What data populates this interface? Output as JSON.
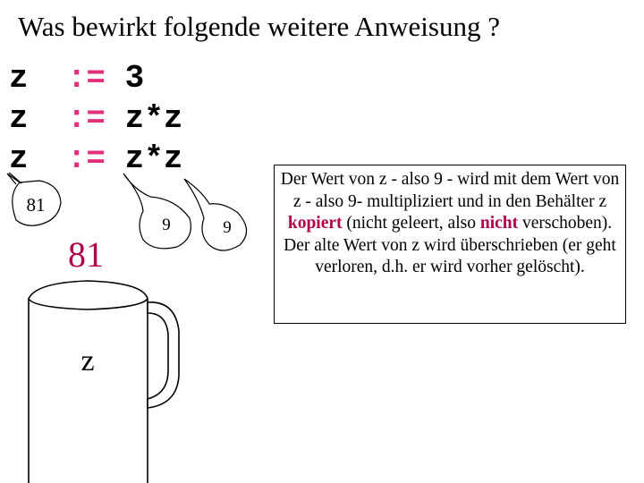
{
  "title": "Was bewirkt folgende weitere Anweisung ?",
  "code": [
    {
      "var": "z",
      "op": ":=",
      "expr": "3"
    },
    {
      "var": "z",
      "op": ":=",
      "expr": "z*z"
    },
    {
      "var": "z",
      "op": ":=",
      "expr": "z*z"
    }
  ],
  "bubbles": {
    "left_value": "81",
    "operand1_value": "9",
    "operand2_value": "9"
  },
  "mug": {
    "content_value": "81",
    "label": "z"
  },
  "explanation": {
    "text_before": "Der Wert von z - also 9 - wird mit dem Wert von z - also 9- multipliziert und in den Behälter z ",
    "emphasis1": "kopiert",
    "text_middle": " (nicht geleert, also ",
    "emphasis2": "nicht",
    "text_after": " verschoben). Der alte Wert von z wird überschrieben (er geht verloren, d.h. er wird vorher gelöscht)."
  },
  "colors": {
    "assign_operator": "#e0307a",
    "emphasis": "#b0004a"
  }
}
